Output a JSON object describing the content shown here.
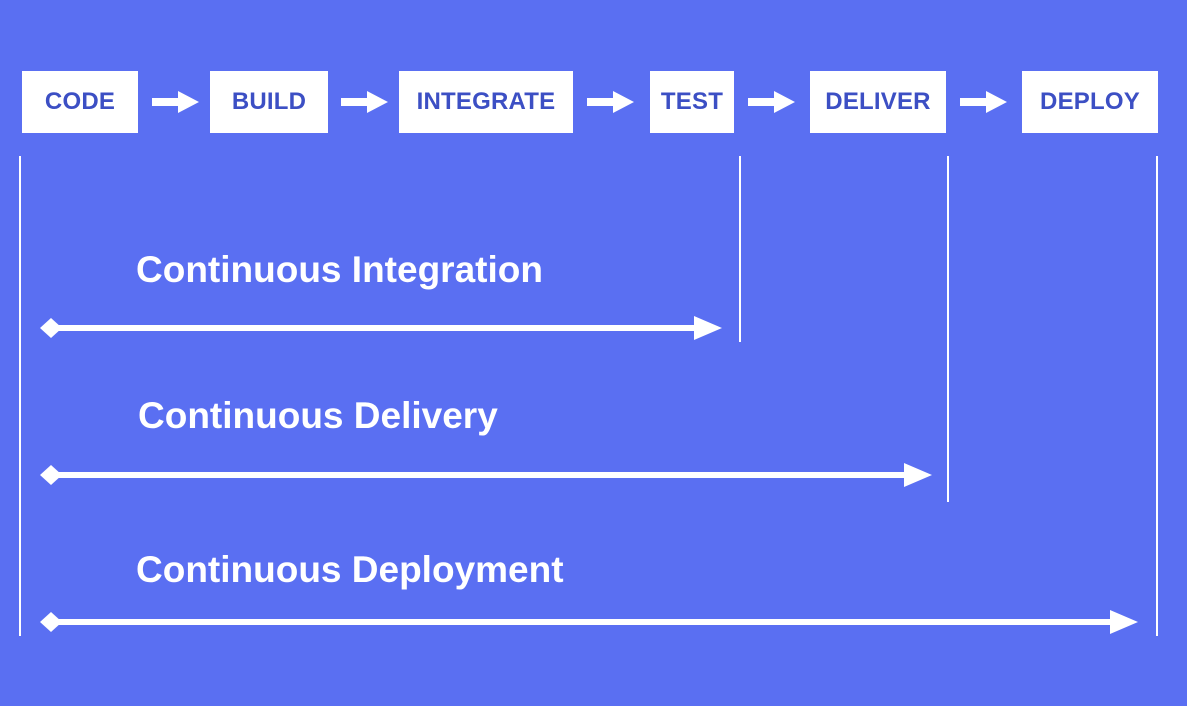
{
  "stages": [
    "CODE",
    "BUILD",
    "INTEGRATE",
    "TEST",
    "DELIVER",
    "DEPLOY"
  ],
  "practices": [
    {
      "label": "Continuous Integration",
      "spans_to": "TEST"
    },
    {
      "label": "Continuous Delivery",
      "spans_to": "DELIVER"
    },
    {
      "label": "Continuous Deployment",
      "spans_to": "DEPLOY"
    }
  ],
  "colors": {
    "background": "#5a6ff2",
    "box": "#ffffff",
    "box_text": "#3c4fc4",
    "lines": "#ffffff"
  }
}
